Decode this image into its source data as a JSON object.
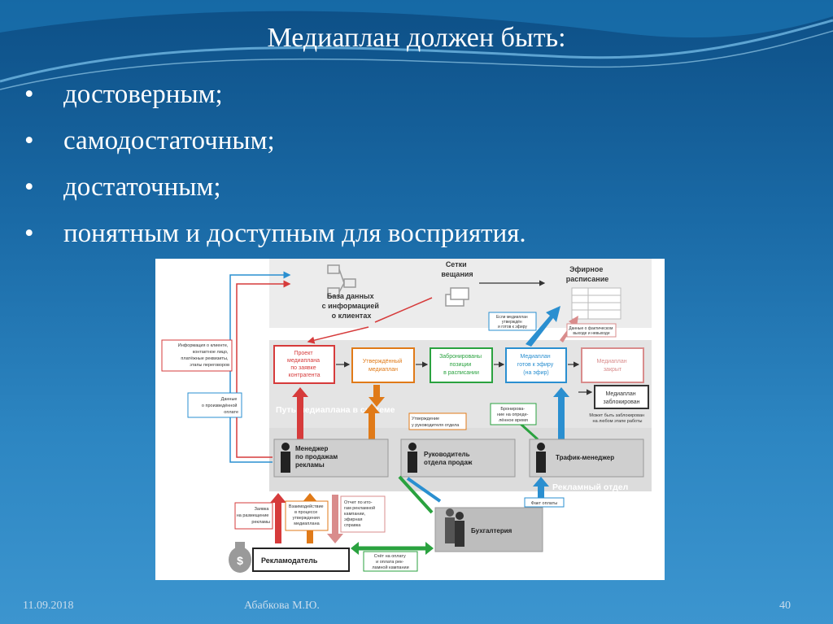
{
  "slide": {
    "title": "Медиаплан должен быть:",
    "bullets": [
      "достоверным;",
      "самодостаточным;",
      "достаточным;",
      "понятным и доступным для восприятия."
    ]
  },
  "diagram": {
    "database": [
      "База данных",
      "с информацией",
      "о клиентах"
    ],
    "networks": [
      "Сетки",
      "вещания"
    ],
    "schedule": [
      "Эфирное",
      "расписание"
    ],
    "process_label": "Путь медиаплана в системе",
    "dept_label": "Рекламный отдел",
    "stages": {
      "draft": [
        "Проект",
        "медиаплана",
        "по заявке",
        "контрагента"
      ],
      "approved": [
        "Утверждённый",
        "медиаплан"
      ],
      "booked": [
        "Забронированы",
        "позиции",
        "в расписании"
      ],
      "ready": [
        "Медиаплан",
        "готов к эфиру",
        "(на эфир)"
      ],
      "closed": [
        "Медиаплан",
        "закрыт"
      ],
      "blocked": [
        "Медиаплан",
        "заблокирован"
      ]
    },
    "people": {
      "manager": [
        "Менеджер",
        "по продажам",
        "рекламы"
      ],
      "head": [
        "Руководитель",
        "отдела продаж"
      ],
      "traffic": "Трафик-менеджер",
      "accounting": "Бухгалтерия",
      "advertiser": "Рекламодатель"
    },
    "notes": {
      "client_info": [
        "Информация о клиенте,",
        "контактное лицо,",
        "платёжные реквизиты,",
        "этапы переговоров"
      ],
      "payment_data": [
        "Данные",
        "о произведённой",
        "оплате"
      ],
      "if_approved": [
        "Если медиаплан",
        "утверждён",
        "и готов к эфиру"
      ],
      "actual_air": [
        "Данные о фактическом",
        "выходе и невыходе"
      ],
      "booking": [
        "Бронирова-",
        "ние на опреде-",
        "лённое время"
      ],
      "head_approval": [
        "Утверждение",
        "у руководителя отдела"
      ],
      "can_block": [
        "Может быть заблокирован",
        "на любом этапе работы"
      ],
      "request": [
        "Заявка",
        "на размещение",
        "рекламы"
      ],
      "interaction": [
        "Взаимодействие",
        "в процессе",
        "утверждения",
        "медиаплана"
      ],
      "report": [
        "Отчет по ито-",
        "гам рекламной",
        "кампании,",
        "эфирная",
        "справка"
      ],
      "invoice": [
        "Счёт на оплату",
        "и оплата рек-",
        "ламной кампании"
      ],
      "payment_fact": "Факт оплаты"
    }
  },
  "footer": {
    "date": "11.09.2018",
    "author": "Абабкова М.Ю.",
    "page": "40"
  },
  "colors": {
    "red": "#d63b3b",
    "orange": "#e07a18",
    "green": "#2aa23f",
    "blue": "#2a8fd0",
    "pink": "#d98c8c",
    "gray_band": "#e4e4e4"
  }
}
